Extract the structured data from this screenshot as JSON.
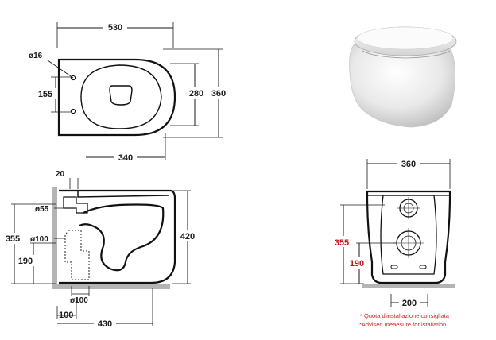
{
  "dimensions": {
    "top_width": "530",
    "top_hole": "ø16",
    "top_holes_spacing": "155",
    "top_bowl_height": "280",
    "top_total_height": "360",
    "top_bowl_length": "340",
    "side_top": "20",
    "side_outlet": "ø55",
    "side_355": "355",
    "side_drain": "ø100",
    "side_190": "190",
    "side_420": "420",
    "side_bottom_drain": "ø100",
    "side_100": "100",
    "side_430": "430",
    "front_width": "360",
    "front_355": "355",
    "front_190": "190",
    "front_200": "200"
  },
  "notes": {
    "line1": "* Quota d'installazione consigliata",
    "line2": "*Advised meaesure for istallation"
  },
  "colors": {
    "line": "#1a1a1a",
    "red": "#c0161b",
    "wall": "#b4b4b4"
  }
}
